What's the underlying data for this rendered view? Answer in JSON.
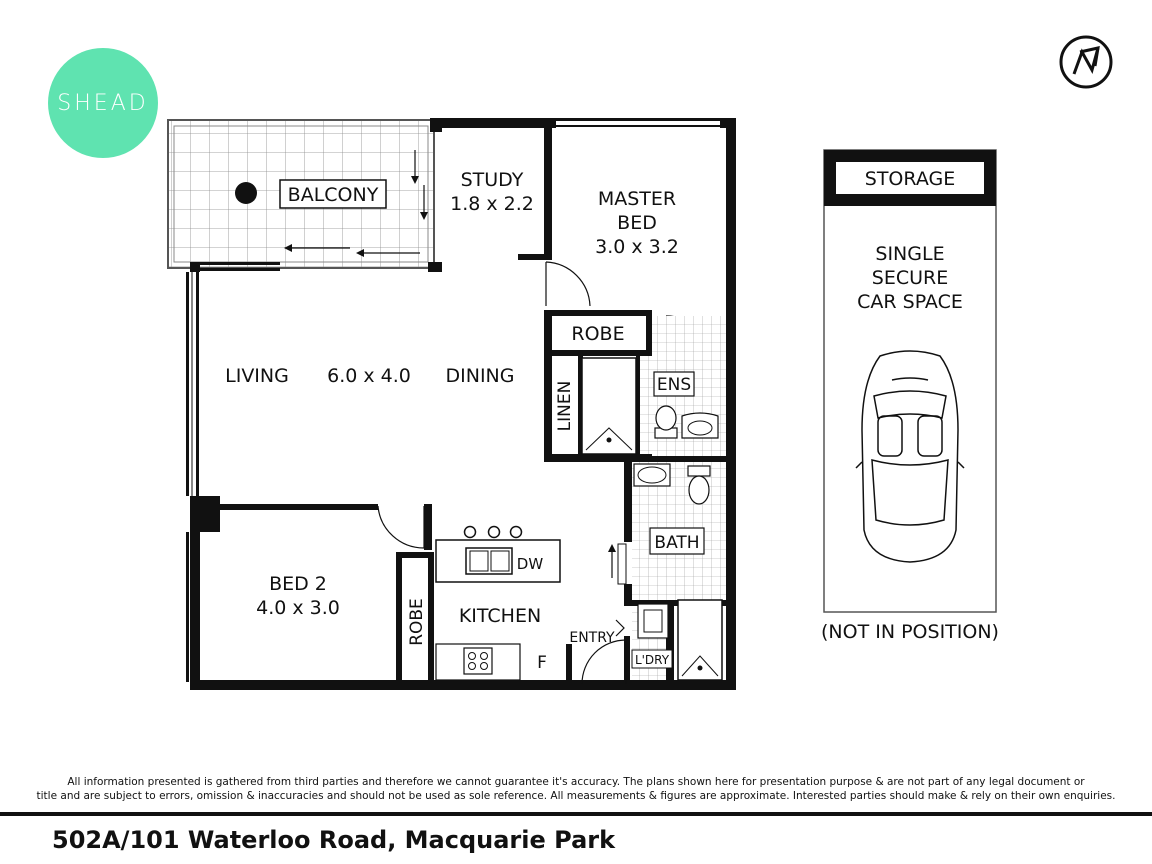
{
  "brand": {
    "logo_text": "SHEAD",
    "logo_color": "#5fe3b0"
  },
  "compass": {
    "label": "N"
  },
  "rooms": {
    "balcony": "BALCONY",
    "study_name": "STUDY",
    "study_size": "1.8 x 2.2",
    "master_line1": "MASTER",
    "master_line2": "BED",
    "master_size": "3.0 x 3.2",
    "robe_master": "ROBE",
    "ensuite": "ENS",
    "linen": "LINEN",
    "living": "LIVING",
    "living_size": "6.0 x 4.0",
    "dining": "DINING",
    "bath": "BATH",
    "dw": "DW",
    "kitchen": "KITCHEN",
    "fridge": "F",
    "entry": "ENTRY",
    "laundry": "L'DRY",
    "bed2_name": "BED 2",
    "bed2_size": "4.0 x 3.0",
    "robe_bed2": "ROBE"
  },
  "storage": {
    "label": "STORAGE",
    "car_line1": "SINGLE",
    "car_line2": "SECURE",
    "car_line3": "CAR SPACE",
    "note": "(NOT IN POSITION)"
  },
  "footer": {
    "disclaimer_line1": "All information presented is gathered from third parties and therefore we cannot guarantee it's accuracy. The plans shown here for presentation purpose & are not part of any legal document or",
    "disclaimer_line2": "title and are subject to errors, omission & inaccuracies and should not be used as sole reference. All measurements & figures are approximate. Interested parties should make & rely on their own enquiries.",
    "address": "502A/101 Waterloo Road, Macquarie Park"
  }
}
